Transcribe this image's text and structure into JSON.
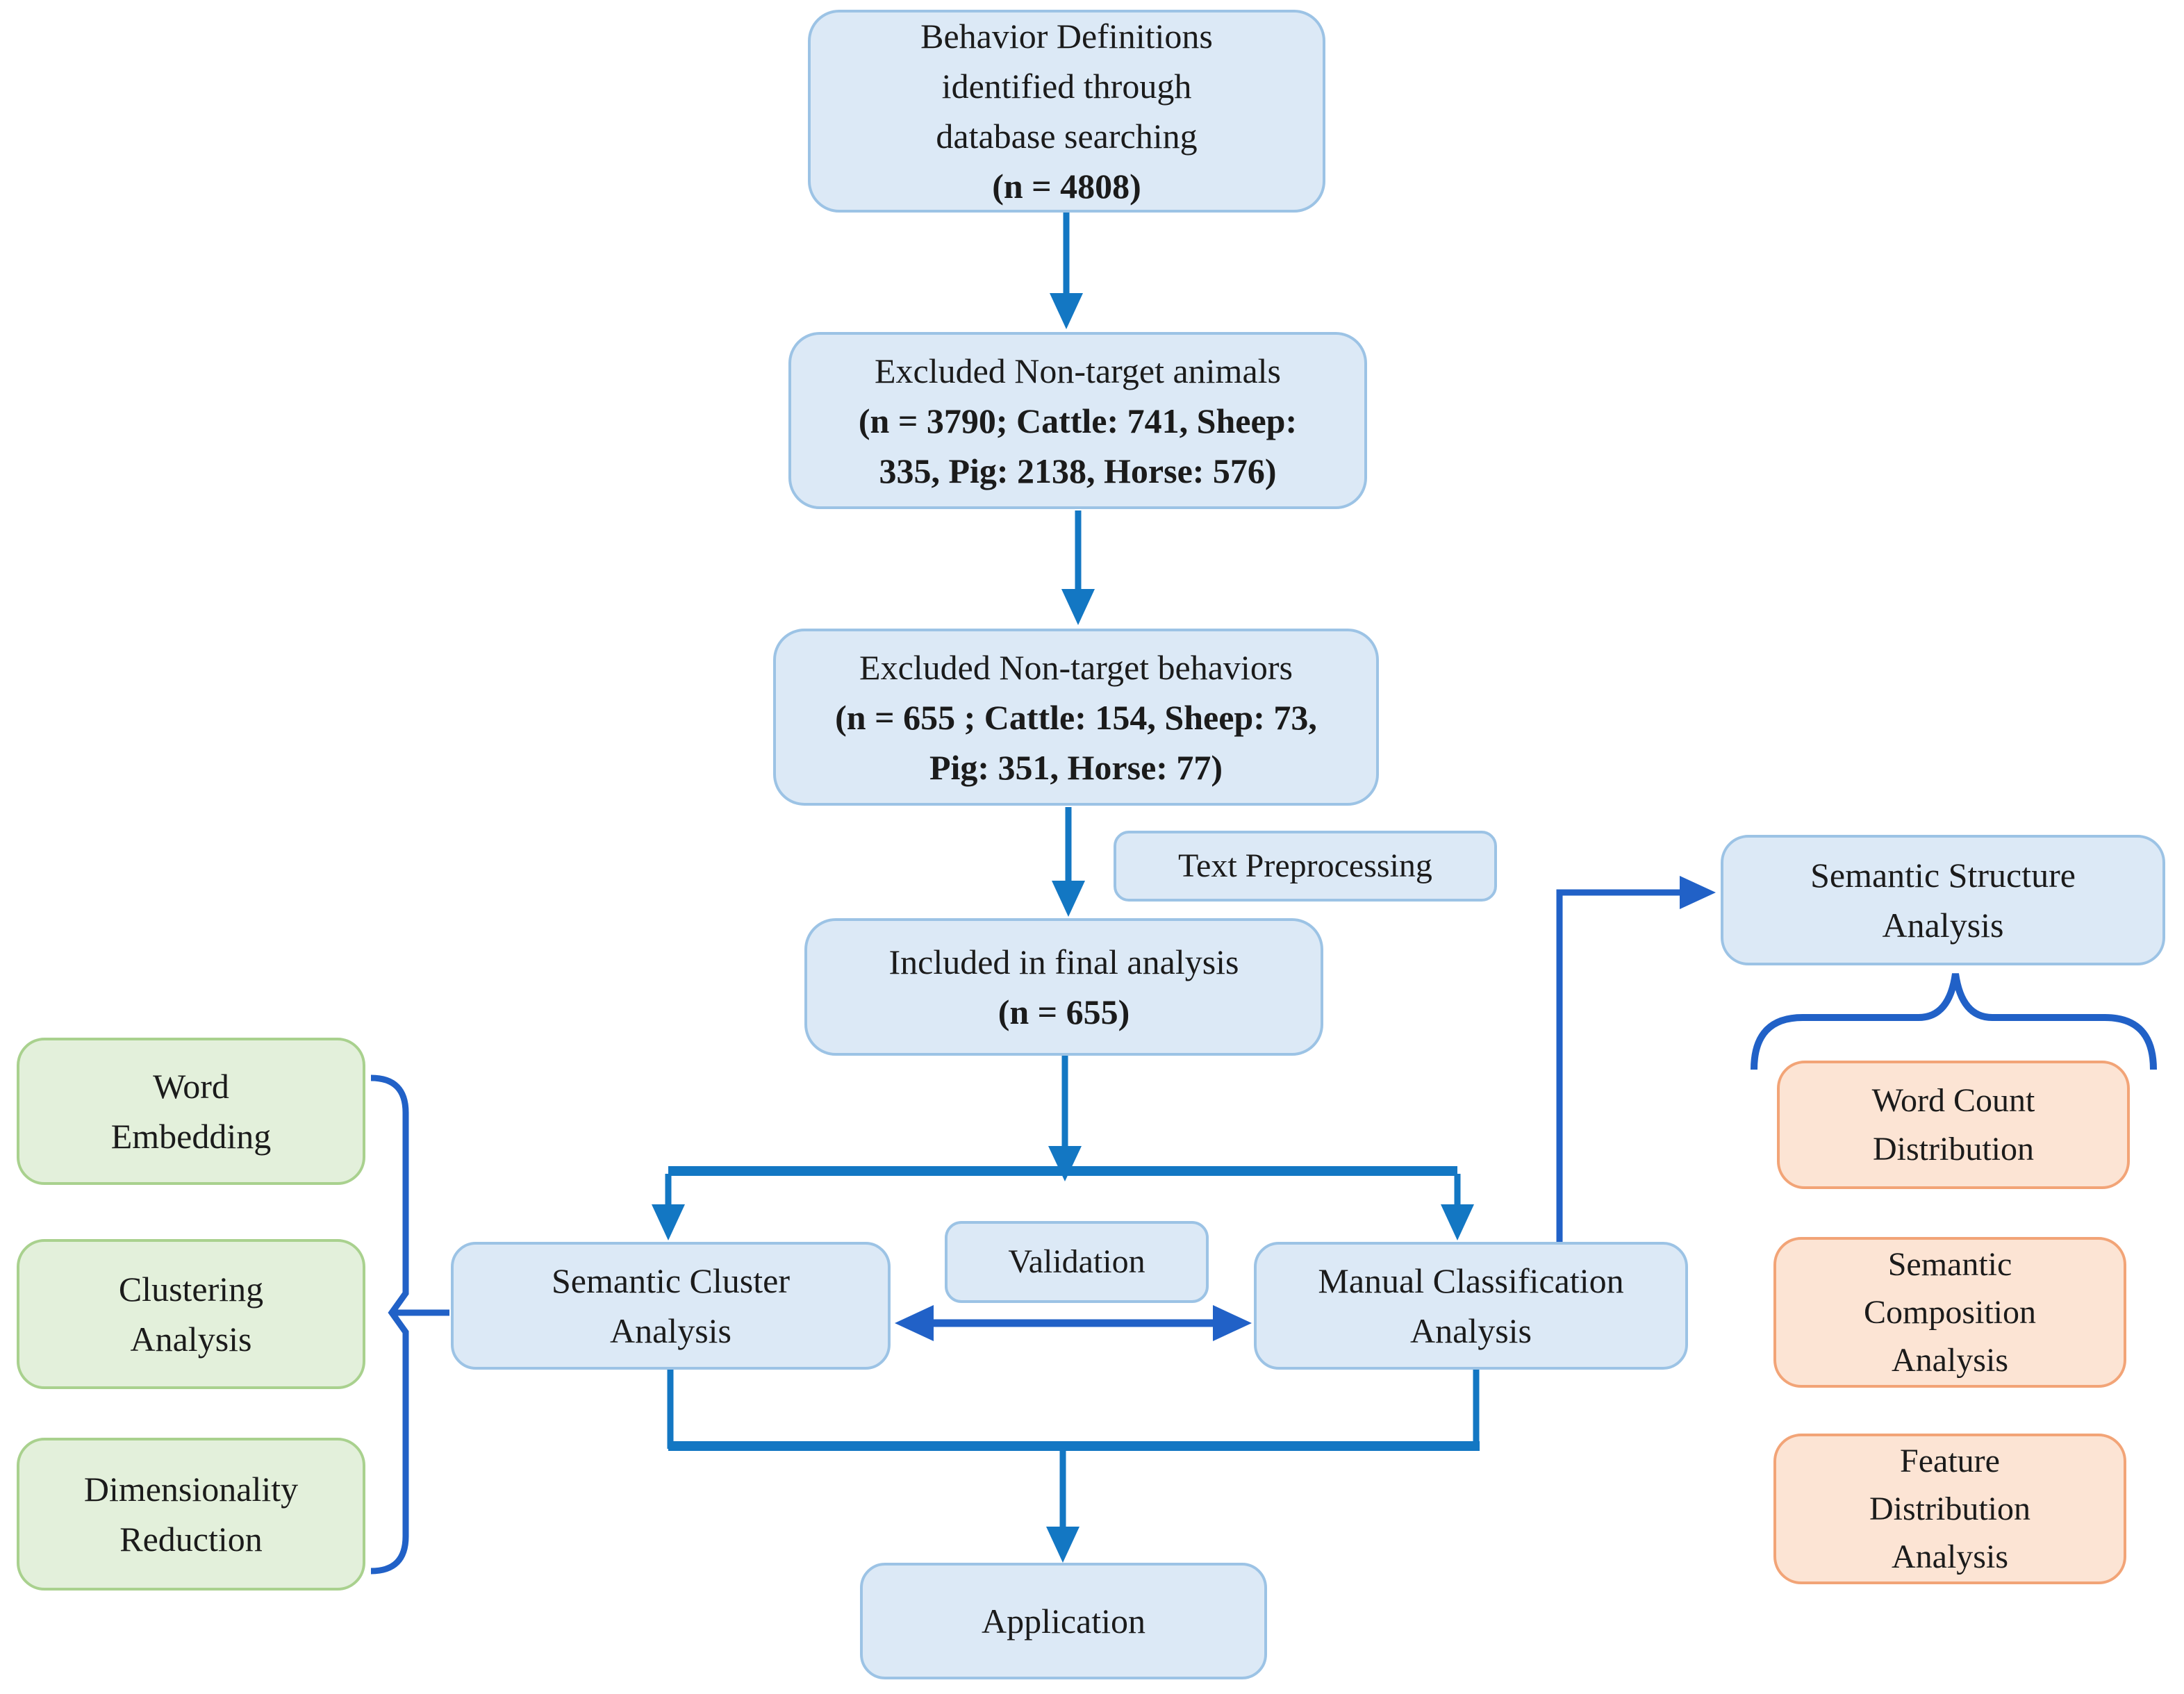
{
  "diagram": {
    "title": "Behavior definition text-analysis flowchart",
    "colors": {
      "blue_fill": "#dce9f6",
      "blue_border": "#9cc3e5",
      "green_fill": "#e3f0db",
      "green_border": "#a9d18e",
      "orange_fill": "#fce4d4",
      "orange_border": "#f2a477",
      "flow_line": "#1377c3",
      "accent_line": "#2161c7",
      "text": "#1b1b1b"
    },
    "nodes": {
      "definitions": {
        "lines": [
          "Behavior Definitions",
          "identified through",
          "database searching",
          "(n = 4808)"
        ]
      },
      "excluded_animals": {
        "lines": [
          "Excluded Non-target animals",
          "(n = 3790; Cattle: 741, Sheep:",
          "335, Pig: 2138, Horse: 576)"
        ]
      },
      "excluded_behaviors": {
        "lines": [
          "Excluded Non-target behaviors",
          "(n = 655 ; Cattle: 154, Sheep: 73,",
          "Pig: 351, Horse: 77)"
        ]
      },
      "text_preprocessing": {
        "label": "Text Preprocessing"
      },
      "included": {
        "lines": [
          "Included in final analysis",
          "(n = 655)"
        ]
      },
      "semantic_structure": {
        "lines": [
          "Semantic Structure",
          "Analysis"
        ]
      },
      "word_count": {
        "lines": [
          "Word Count",
          "Distribution"
        ]
      },
      "semantic_composition": {
        "lines": [
          "Semantic",
          "Composition",
          "Analysis"
        ]
      },
      "feature_distribution": {
        "lines": [
          "Feature",
          "Distribution",
          "Analysis"
        ]
      },
      "word_embedding": {
        "lines": [
          "Word",
          "Embedding"
        ]
      },
      "clustering": {
        "lines": [
          "Clustering",
          "Analysis"
        ]
      },
      "dimensionality": {
        "lines": [
          "Dimensionality",
          "Reduction"
        ]
      },
      "semantic_cluster": {
        "lines": [
          "Semantic Cluster",
          "Analysis"
        ]
      },
      "validation": {
        "label": "Validation"
      },
      "manual_classification": {
        "lines": [
          "Manual Classification",
          "Analysis"
        ]
      },
      "application": {
        "label": "Application"
      }
    }
  }
}
